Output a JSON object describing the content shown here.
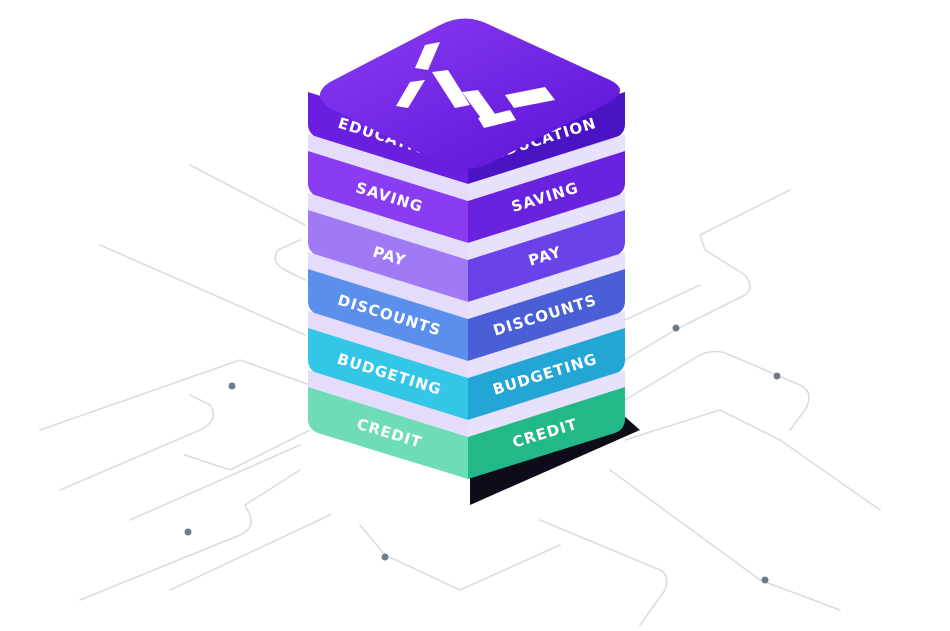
{
  "illustration": {
    "logo": {
      "icon": "wm-logo-icon",
      "color": "#ffffff"
    },
    "layers": [
      {
        "label": "EDUCATION",
        "left_color": "#6a1fe0",
        "right_color": "#4a13c4"
      },
      {
        "label": "SAVING",
        "left_color": "#8a3cf2",
        "right_color": "#6922de"
      },
      {
        "label": "PAY",
        "left_color": "#a07af5",
        "right_color": "#6a42ea"
      },
      {
        "label": "DISCOUNTS",
        "left_color": "#5b8fec",
        "right_color": "#4a5fd6"
      },
      {
        "label": "BUDGETING",
        "left_color": "#33c6e6",
        "right_color": "#23a6d6"
      },
      {
        "label": "CREDIT",
        "left_color": "#6fdcb8",
        "right_color": "#22b887"
      }
    ],
    "top_color_light": "#8a3cf2",
    "top_color_dark": "#5a12d6",
    "separator_color": "#e4dcfa",
    "circuit_color": "#d9dde2",
    "node_color": "#6f7c88"
  }
}
